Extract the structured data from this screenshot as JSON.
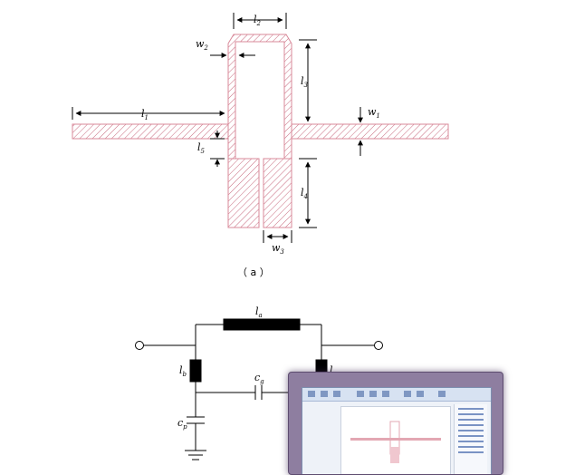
{
  "figure_a": {
    "labels": {
      "l1": "l",
      "l1_sub": "1",
      "l2": "l",
      "l2_sub": "2",
      "l3": "l",
      "l3_sub": "3",
      "l4": "l",
      "l4_sub": "4",
      "l5": "l",
      "l5_sub": "5",
      "w1": "w",
      "w1_sub": "1",
      "w2": "w",
      "w2_sub": "2",
      "w3": "w",
      "w3_sub": "3"
    },
    "caption": "（ a ）"
  },
  "figure_b": {
    "labels": {
      "la": "l",
      "la_sub": "a",
      "lb": "l",
      "lb_sub": "b",
      "lb2": "l",
      "cg": "c",
      "cg_sub": "g",
      "cp": "c",
      "cp_sub": "p"
    }
  },
  "colors": {
    "microstrip": "#d98a9a",
    "hatch": "#c76a7e",
    "wire": "#000000"
  },
  "thumbnail": {
    "icon": "document-window-thumbnail"
  }
}
